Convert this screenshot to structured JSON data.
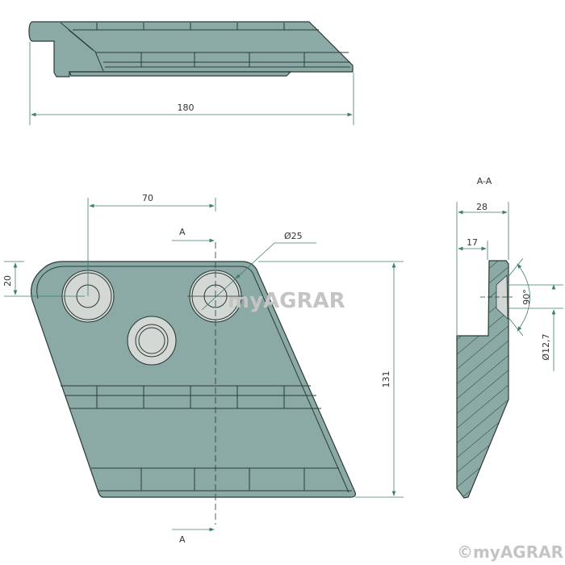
{
  "drawing": {
    "dimensions": {
      "overall_length": "180",
      "hole_spacing": "70",
      "edge_to_hole": "20",
      "height": "131",
      "hole_diameter": "Ø25",
      "section_width": "28",
      "section_step": "17",
      "countersink_angle": "90°",
      "bore_diameter": "Ø12,7"
    },
    "section_marker": "A",
    "section_title": "A-A",
    "watermark": "myAGRAR",
    "copyright": "©myAGRAR"
  },
  "colors": {
    "part": "#8ba9a5",
    "dimension": "#3f7f6e",
    "hole": "#d3d8d5"
  }
}
